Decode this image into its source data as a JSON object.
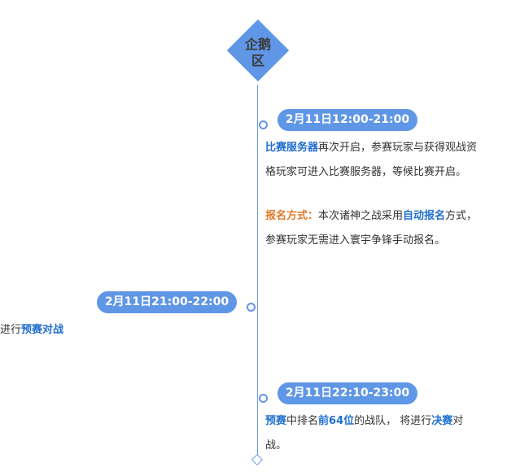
{
  "zone": {
    "label": "企鹅区"
  },
  "events": [
    {
      "time": "2月11日12:00-21:00",
      "p1": {
        "b1": "比赛服务器",
        "t1": "再次开启，参赛玩家与获得观战资",
        "t2": "格玩家可进入比赛服务器，等候比赛开启。"
      },
      "p2": {
        "label": "报名方式：",
        "t1": "本次诸神之战采用",
        "b1": "自动报名",
        "t2": "方式，",
        "t3": "参赛玩家无需进入寰宇争锋手动报名。"
      }
    },
    {
      "time": "2月11日21:00-22:00",
      "p1": {
        "t1": "进行",
        "b1": "预赛对战"
      }
    },
    {
      "time": "2月11日22:10-23:00",
      "p1": {
        "b1": "预赛",
        "t1": "中排名",
        "b2": "前64位",
        "t2": "的战队， 将进行",
        "b3": "决赛",
        "t3": "对",
        "t4": "战。"
      }
    }
  ]
}
